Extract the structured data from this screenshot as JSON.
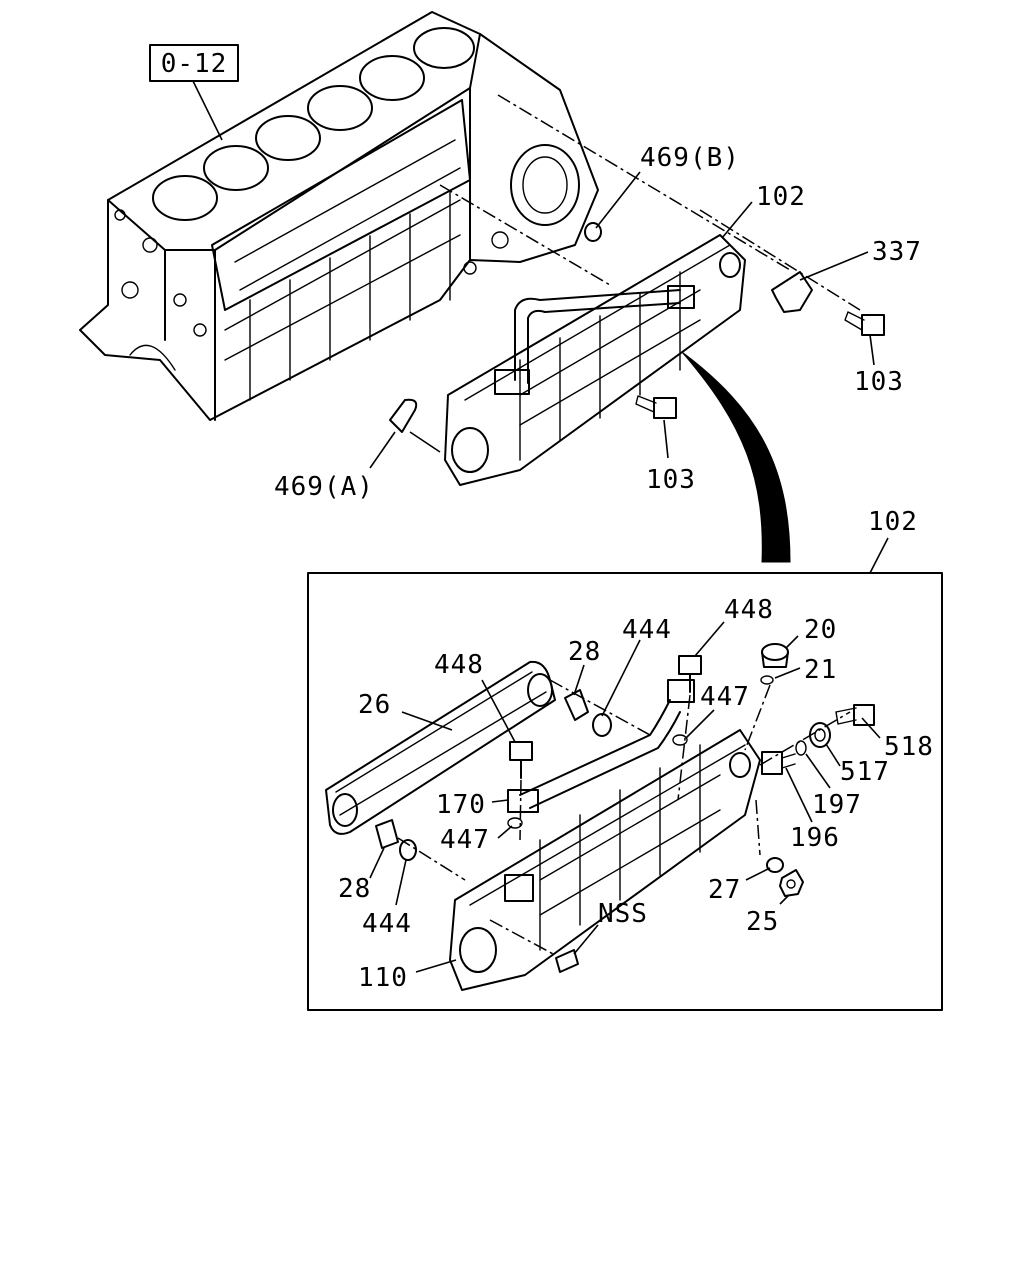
{
  "reference_box": "0-12",
  "callouts": {
    "upper": {
      "c469b": "469(B)",
      "c102": "102",
      "c337": "337",
      "c103_right": "103",
      "c103_mid": "103",
      "c469a": "469(A)"
    },
    "inset": {
      "c102": "102",
      "c448_left": "448",
      "c26": "26",
      "c28_top": "28",
      "c444_top": "444",
      "c448_right": "448",
      "c20": "20",
      "c21": "21",
      "c447_top": "447",
      "c518": "518",
      "c517": "517",
      "c197": "197",
      "c196": "196",
      "c170": "170",
      "c447_bottom": "447",
      "c28_bottom": "28",
      "c444_bottom": "444",
      "c27": "27",
      "c25": "25",
      "nss": "NSS",
      "c110": "110"
    }
  }
}
